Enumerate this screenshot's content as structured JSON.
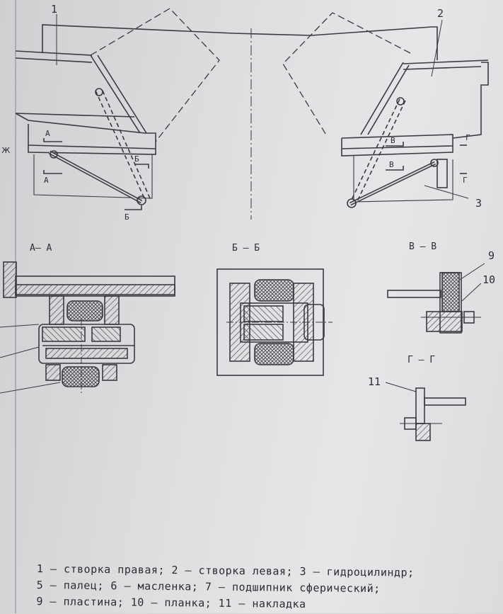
{
  "callouts": {
    "c1": "1",
    "c2": "2",
    "c3": "3",
    "c9": "9",
    "c10": "10",
    "c11": "11"
  },
  "section_marks": {
    "a": "А",
    "b": "Б",
    "v": "В",
    "g": "Г"
  },
  "section_titles": {
    "aa": "А– А",
    "bb": "Б – Б",
    "vv": "В – В",
    "gg": "Г – Г"
  },
  "legend": [
    "1 – створка правая; 2 – створка левая; 3 – гидроцилиндр;",
    "5 – палец; 6 – масленка; 7 – подшипник сферический;",
    "9 – пластина; 10 – планка; 11 – накладка"
  ],
  "margin_mark": "ж",
  "colors": {
    "ink": "#3a3a40",
    "paper": "#dedee0"
  }
}
